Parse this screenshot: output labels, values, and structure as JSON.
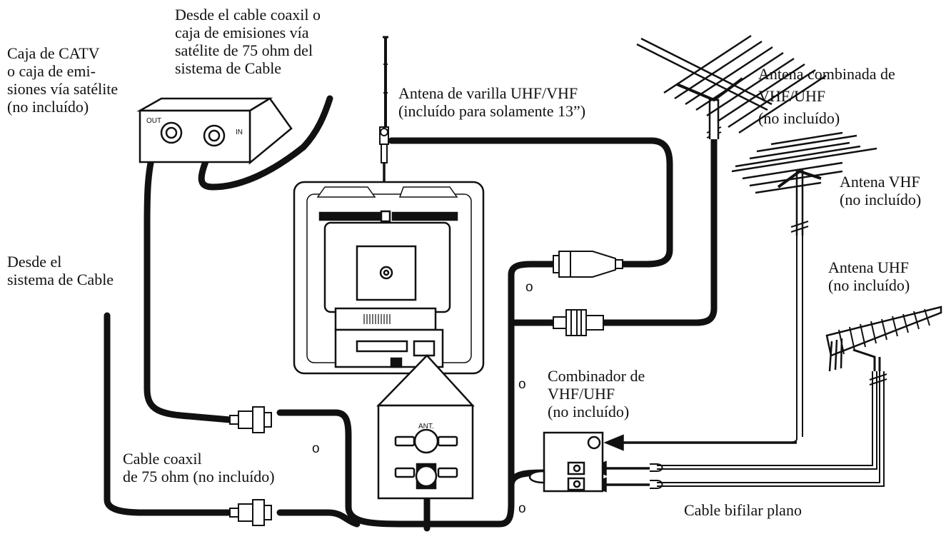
{
  "labels": {
    "catv_box": [
      "Caja de CATV",
      "o caja de emi-",
      "siones vía satélite",
      "(no incluído)"
    ],
    "from_coax": [
      "Desde el cable coaxil o",
      "caja de emisiones vía",
      "satélite de 75 ohm del",
      "sistema de Cable"
    ],
    "rod_antenna": [
      "Antena de varilla UHF/VHF",
      "(incluído para solamente 13”)"
    ],
    "combo_antenna": [
      "Antena combinada de",
      "VHF/UHF",
      "(no incluído)"
    ],
    "vhf_antenna": [
      "Antena VHF",
      "(no incluído)"
    ],
    "uhf_antenna": [
      "Antena UHF",
      "(no incluído)"
    ],
    "from_cable": [
      "Desde el",
      "sistema de Cable"
    ],
    "combiner": [
      "Combinador de",
      "VHF/UHF",
      "(no incluído)"
    ],
    "coax_cable": [
      "Cable coaxil",
      "de 75 ohm (no incluído)"
    ],
    "twin_lead": [
      "Cable bifilar plano"
    ]
  },
  "port_labels": {
    "out": "OUT",
    "in": "IN",
    "ant": "ANT."
  },
  "or_word": "o",
  "colors": {
    "line": "#111111",
    "background": "#ffffff",
    "panel": "#f2f2f2"
  }
}
